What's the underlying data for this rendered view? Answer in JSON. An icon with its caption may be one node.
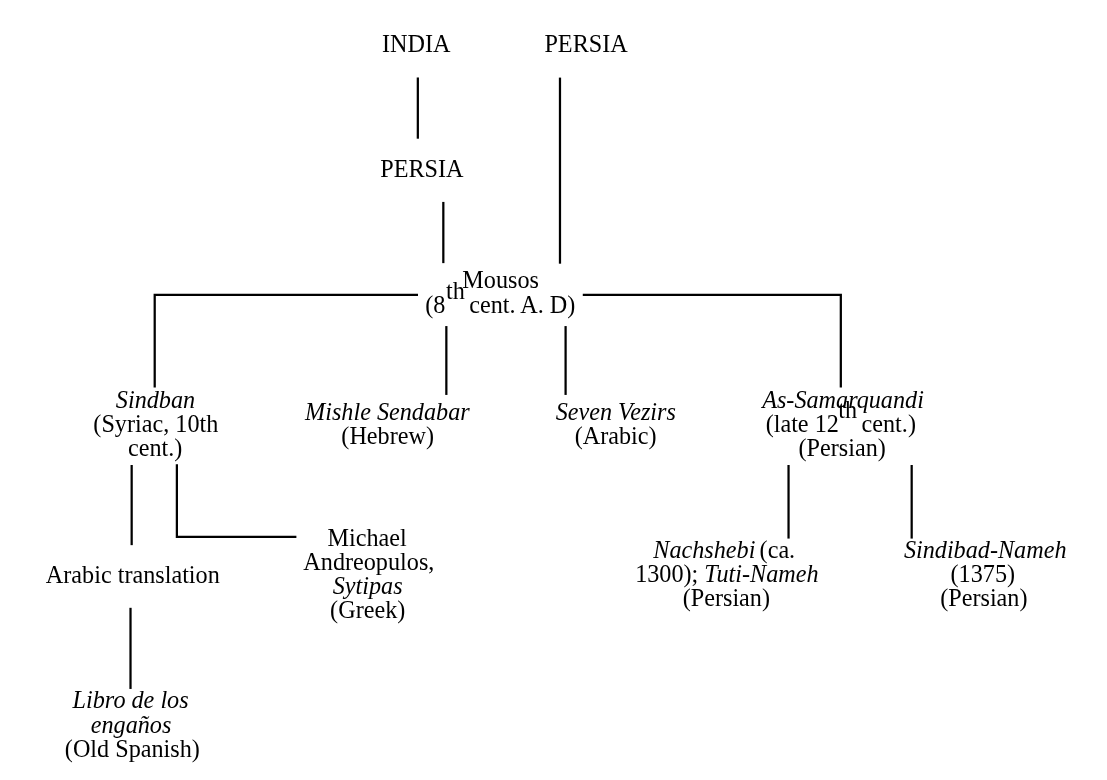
{
  "diagram": {
    "nodes": [
      {
        "text": [
          "INDIA"
        ]
      },
      {
        "text": [
          "PERSIA"
        ]
      },
      {
        "text": [
          "PERSIA"
        ]
      },
      {
        "text": [
          "Mousos",
          "(8$^{th}$ cent. A. D)"
        ]
      },
      {
        "text": [
          "*Sindban*",
          "(Syriac, 10th cent.)"
        ]
      },
      {
        "text": [
          "*Mishle Sendabar*",
          "(Hebrew)"
        ]
      },
      {
        "text": [
          "*Seven Vezirs*",
          "(Arabic)"
        ]
      },
      {
        "text": [
          "*As-Samarquandi*",
          "(late 12$^{th}$ cent.)",
          "(Persian)"
        ]
      },
      {
        "text": [
          "Arabic translation"
        ]
      },
      {
        "text": [
          "Michael Andreopulos, *Sytipas*",
          "(Greek)"
        ]
      },
      {
        "text": [
          "*Libro de los engaños*",
          "(Old Spanish)"
        ]
      },
      {
        "text": [
          "*Nachshebi* (ca. 1300); *Tuti-Nameh* (Persian)"
        ]
      },
      {
        "text": [
          "*Sindibad-Nameh*",
          "(1375)",
          "(Persian)"
        ]
      }
    ],
    "edges": [
      {
        "from": 0,
        "to": 2,
        "arrow": "none"
      },
      {
        "from": 2,
        "to": 3,
        "arrow": "none"
      },
      {
        "from": 1,
        "to": 3,
        "arrow": "none"
      },
      {
        "from": 3,
        "to": 4,
        "arrow": "none"
      },
      {
        "from": 3,
        "to": 5,
        "arrow": "none"
      },
      {
        "from": 3,
        "to": 6,
        "arrow": "none"
      },
      {
        "from": 3,
        "to": 7,
        "arrow": "none"
      },
      {
        "from": 4,
        "to": 8,
        "arrow": "none"
      },
      {
        "from": 4,
        "to": 9,
        "arrow": "none"
      },
      {
        "from": 8,
        "to": 10,
        "arrow": "none"
      },
      {
        "from": 7,
        "to": 11,
        "arrow": "none"
      },
      {
        "from": 7,
        "to": 12,
        "arrow": "none"
      }
    ]
  }
}
